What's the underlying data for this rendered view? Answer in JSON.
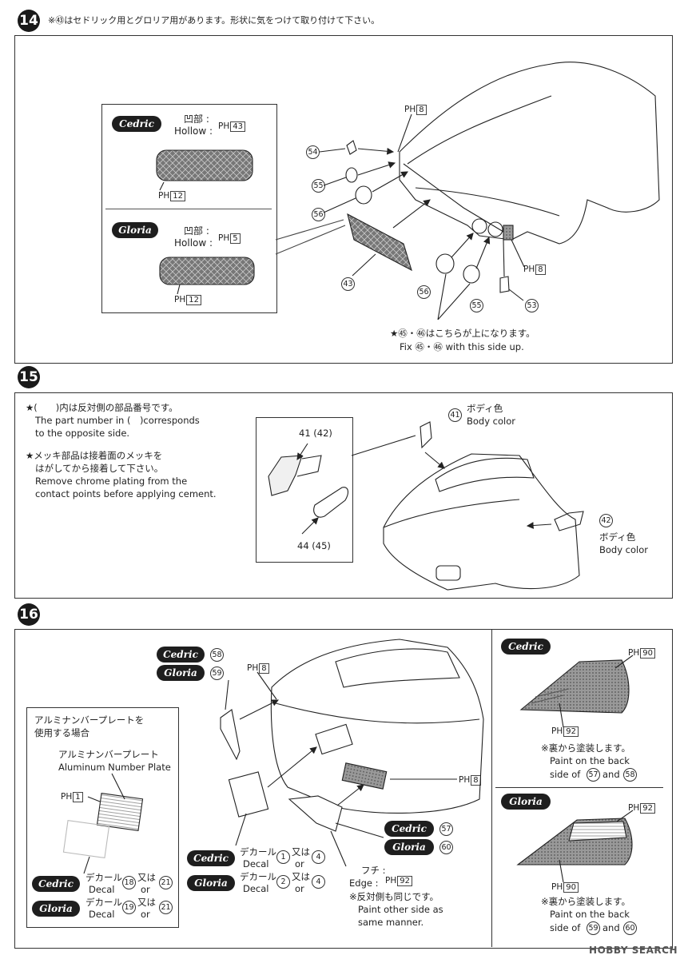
{
  "step14": {
    "number": "14",
    "note": "※㊸はセドリック用とグロリア用があります。形状に気をつけて取り付けて下さい。",
    "cedric_badge": "Cedric",
    "gloria_badge": "Gloria",
    "cedric_hollow_jp": "凹部 :",
    "cedric_hollow_en": "Hollow :",
    "cedric_hollow_paint": "PH",
    "cedric_hollow_code": "43",
    "cedric_grille_paint": "PH",
    "cedric_grille_code": "12",
    "gloria_hollow_jp": "凹部 :",
    "gloria_hollow_en": "Hollow :",
    "gloria_hollow_paint": "PH",
    "gloria_hollow_code": "5",
    "gloria_grille_paint": "PH",
    "gloria_grille_code": "12",
    "part_54": "54",
    "part_55": "55",
    "part_56": "56",
    "part_43": "43",
    "part_56b": "56",
    "part_55b": "55",
    "part_53": "53",
    "top_paint": "PH",
    "top_code": "8",
    "side_paint": "PH",
    "side_code": "8",
    "fix_jp": "★㊺・㊻はこちらが上になります。",
    "fix_en": "Fix ㊺・㊻ with this side up."
  },
  "step15": {
    "number": "15",
    "note1_jp": "★(　　)内は反対側の部品番号です。",
    "note1_en_1": "The part number in (　)corresponds",
    "note1_en_2": "to the opposite side.",
    "note2_jp_1": "★メッキ部品は接着面のメッキを",
    "note2_jp_2": "はがしてから接着して下さい。",
    "note2_en_1": "Remove chrome plating from the",
    "note2_en_2": "contact points before applying cement.",
    "inset_top_label": "41 (42)",
    "inset_bottom_label": "44 (45)",
    "part_41": "41",
    "part_41_color_jp": "ボディ色",
    "part_41_color_en": "Body color",
    "part_42": "42",
    "part_42_color_jp": "ボディ色",
    "part_42_color_en": "Body color"
  },
  "step16": {
    "number": "16",
    "cedric_badge": "Cedric",
    "gloria_badge": "Gloria",
    "part_58": "58",
    "part_59": "59",
    "top_paint": "PH",
    "top_code": "8",
    "rear_paint": "PH",
    "rear_code": "8",
    "plate_box_title_1": "アルミナンバープレートを",
    "plate_box_title_2": "使用する場合",
    "plate_name_jp": "アルミナンバープレート",
    "plate_name_en": "Aluminum Number Plate",
    "plate_paint": "PH",
    "plate_code": "1",
    "decal_jp": "デカール",
    "decal_en": "Decal",
    "or_jp": "又は",
    "or_en": "or",
    "box_cedric_decal": "18",
    "box_cedric_alt": "21",
    "box_gloria_decal": "19",
    "box_gloria_alt": "21",
    "main_cedric_decal": "1",
    "main_cedric_alt": "4",
    "main_gloria_decal": "2",
    "main_gloria_alt": "4",
    "part_57": "57",
    "part_60": "60",
    "edge_jp": "フチ :",
    "edge_en": "Edge :",
    "edge_paint": "PH",
    "edge_code": "92",
    "other_side_jp": "※反対側も同じです。",
    "other_side_en_1": "Paint other side as",
    "other_side_en_2": "same manner.",
    "lamp_cedric_top_paint": "PH",
    "lamp_cedric_top_code": "90",
    "lamp_cedric_bottom_paint": "PH",
    "lamp_cedric_bottom_code": "92",
    "lamp_cedric_note_jp": "※裏から塗装します。",
    "lamp_cedric_note_en_1": "Paint on the back",
    "lamp_cedric_note_en_2a": "side of",
    "lamp_cedric_note_p1": "57",
    "lamp_cedric_note_and": "and",
    "lamp_cedric_note_p2": "58",
    "lamp_gloria_top_paint": "PH",
    "lamp_gloria_top_code": "92",
    "lamp_gloria_bottom_paint": "PH",
    "lamp_gloria_bottom_code": "90",
    "lamp_gloria_note_jp": "※裏から塗装します。",
    "lamp_gloria_note_en_1": "Paint on the back",
    "lamp_gloria_note_en_2a": "side of",
    "lamp_gloria_note_p1": "59",
    "lamp_gloria_note_and": "and",
    "lamp_gloria_note_p2": "60"
  },
  "watermark": "HOBBY SEARCH"
}
